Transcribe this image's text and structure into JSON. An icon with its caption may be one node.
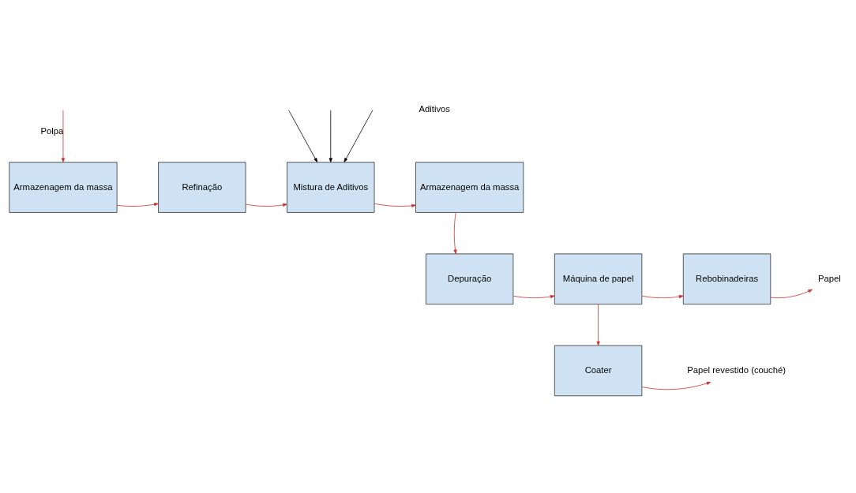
{
  "diagram": {
    "nodes": [
      {
        "text": [
          "Armazenagem da massa"
        ]
      },
      {
        "text": [
          "Refinação"
        ]
      },
      {
        "text": [
          "Mistura de Aditivos"
        ]
      },
      {
        "text": [
          "Armazenagem da massa"
        ]
      },
      {
        "text": [
          "Depuração"
        ]
      },
      {
        "text": [
          "Máquina de papel"
        ]
      },
      {
        "text": [
          "Rebobinadeiras"
        ]
      },
      {
        "text": [
          "Coater"
        ]
      },
      {
        "text": [
          "Papel"
        ]
      },
      {
        "text": [
          "Papel revestido (couché)"
        ]
      }
    ],
    "edges": [
      {
        "from": null,
        "to": 0,
        "arrow": "to",
        "label": "Polpa"
      },
      {
        "from": 0,
        "to": 1,
        "arrow": "to"
      },
      {
        "from": 1,
        "to": 2,
        "arrow": "to"
      },
      {
        "from": null,
        "to": 2,
        "arrow": "to",
        "color": "#000000"
      },
      {
        "from": null,
        "to": 2,
        "arrow": "to",
        "color": "#000000"
      },
      {
        "from": null,
        "to": 2,
        "arrow": "to",
        "color": "#000000"
      },
      {
        "from": 2,
        "to": 3,
        "arrow": "to"
      },
      {
        "from": 3,
        "to": 4,
        "arrow": "to"
      },
      {
        "from": 4,
        "to": 5,
        "arrow": "to"
      },
      {
        "from": 5,
        "to": 6,
        "arrow": "to"
      },
      {
        "from": 6,
        "to": 8,
        "arrow": "to"
      },
      {
        "from": 5,
        "to": 7,
        "arrow": "to"
      },
      {
        "from": 7,
        "to": 9,
        "arrow": "to"
      }
    ],
    "labels": [
      "Aditivos"
    ]
  }
}
